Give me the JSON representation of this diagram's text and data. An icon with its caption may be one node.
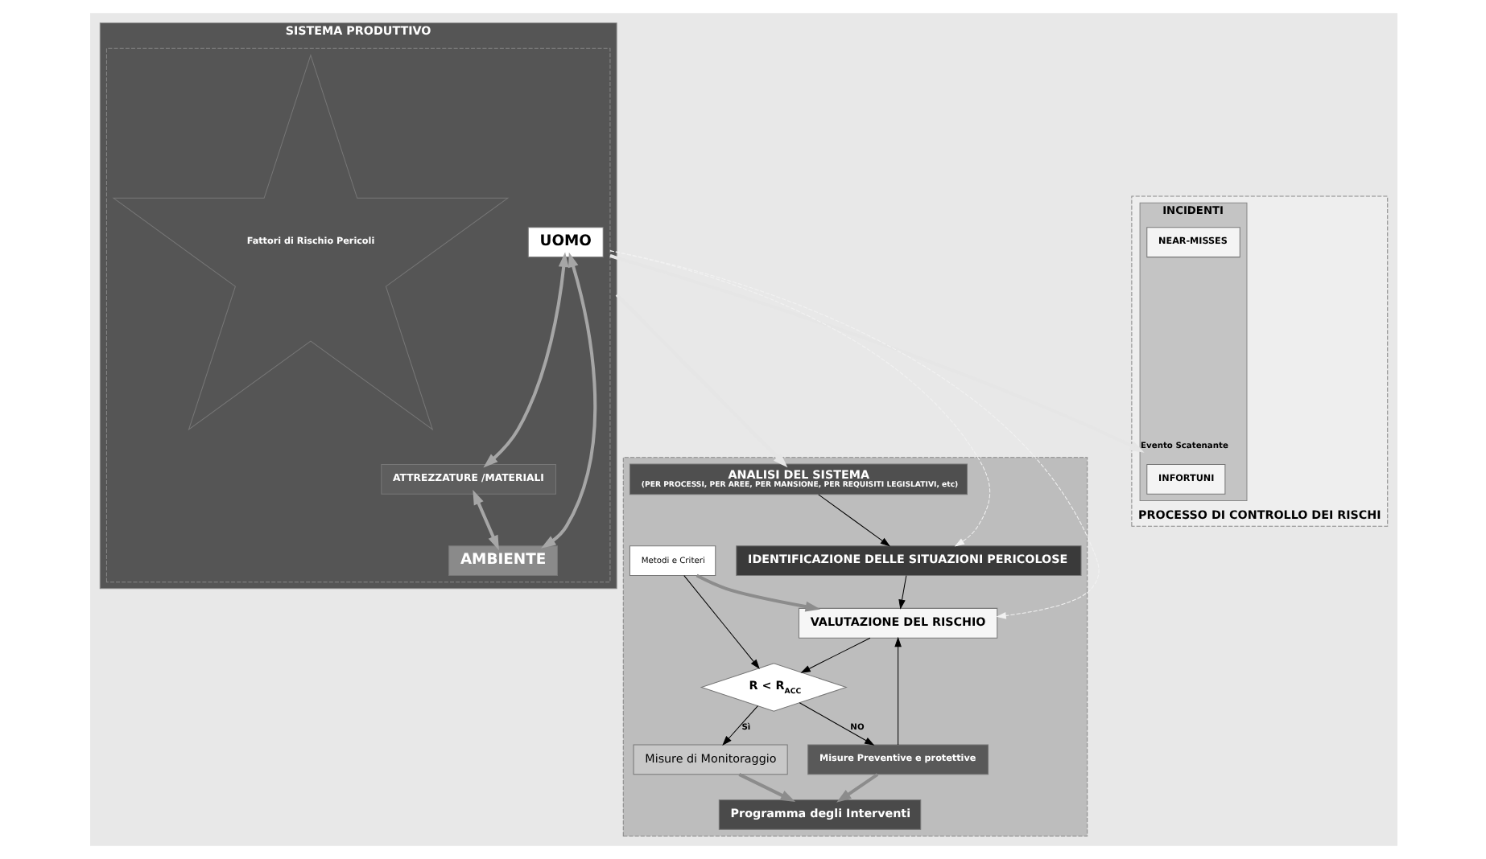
{
  "diagram": {
    "nodes": [
      {
        "text": [
          "SISTEMA PRODUTTIVO"
        ]
      },
      {
        "text": [],
        "shape": "box",
        "in": 0
      },
      {
        "text": [
          "UOMO"
        ],
        "in": 1
      },
      {
        "text": [
          "Fattori di Rischio Pericoli"
        ],
        "in": 1
      },
      {
        "text": [
          "ATTREZZATURE /MATERIALI"
        ],
        "in": 1
      },
      {
        "text": [
          "AMBIENTE"
        ],
        "in": 1
      },
      {
        "text": [
          "PROCESSO DI CONTROLLO DEI RISCHI"
        ]
      },
      {
        "text": [
          "INCIDENTI"
        ],
        "in": 6
      },
      {
        "text": [
          "INFORTUNI"
        ],
        "in": 7
      },
      {
        "text": [
          "NEAR-MISSES"
        ],
        "in": 7
      },
      {
        "text": [],
        "shape": "box"
      },
      {
        "text": [
          "ANALISI DEL SISTEMA",
          "(PER PROCESSI, PER AREE, PER MANSIONE, PER REQUISITI LEGISLATIVI, etc)"
        ],
        "in": 10
      },
      {
        "text": [
          "IDENTIFICAZIONE DELLE SITUAZIONI PERICOLOSE"
        ],
        "in": 10
      },
      {
        "text": [
          "VALUTAZIONE DEL RISCHIO"
        ],
        "in": 10
      },
      {
        "text": [
          "Metodi e Criteri"
        ],
        "in": 10
      },
      {
        "text": [
          "R < R$_{ACC}$"
        ],
        "in": 10
      },
      {
        "text": [
          "Misure Preventive e protettive"
        ],
        "in": 10
      },
      {
        "text": [
          "Misure di Monitoraggio"
        ],
        "in": 10
      },
      {
        "text": [
          "Programma degli Interventi"
        ],
        "in": 10
      }
    ],
    "edges": [
      {
        "from": 0,
        "to": 11,
        "arrow": "to",
        "style": "thick",
        "color": "#e6e6e6"
      },
      {
        "from": 2,
        "to": 4,
        "arrow": "both",
        "style": "thick",
        "color": "#a6a6a6"
      },
      {
        "from": 2,
        "to": 5,
        "arrow": "both",
        "style": "thick",
        "color": "#a6a6a6"
      },
      {
        "from": 4,
        "to": 5,
        "arrow": "both",
        "style": "thick",
        "color": "#a6a6a6"
      },
      {
        "from": 1,
        "to": 12,
        "arrow": "to",
        "style": "dashed",
        "color": "#f2f2f2"
      },
      {
        "from": 1,
        "to": 13,
        "arrow": "to",
        "style": "dashed",
        "color": "#f2f2f2"
      },
      {
        "from": 1,
        "to": 7,
        "label": "Evento Scatenante",
        "arrow": "to",
        "style": "thick",
        "color": "#e6e6e6"
      },
      {
        "from": 11,
        "to": 12,
        "arrow": "to"
      },
      {
        "from": 12,
        "to": 13,
        "arrow": "to"
      },
      {
        "from": 14,
        "to": 13,
        "arrow": "to",
        "style": "thick",
        "color": "#8c8c8c"
      },
      {
        "from": 13,
        "to": 15,
        "arrow": "to"
      },
      {
        "from": 14,
        "to": 15,
        "arrow": "to"
      },
      {
        "from": 15,
        "to": 16,
        "label": "NO",
        "arrow": "to"
      },
      {
        "from": 16,
        "to": 13,
        "arrow": "to"
      },
      {
        "from": 15,
        "to": 17,
        "label": "Sì",
        "arrow": "to"
      },
      {
        "from": 16,
        "to": 18,
        "arrow": "to",
        "style": "thick",
        "color": "#8c8c8c"
      },
      {
        "from": 17,
        "to": 18,
        "arrow": "to",
        "style": "thick",
        "color": "#8c8c8c"
      }
    ]
  }
}
